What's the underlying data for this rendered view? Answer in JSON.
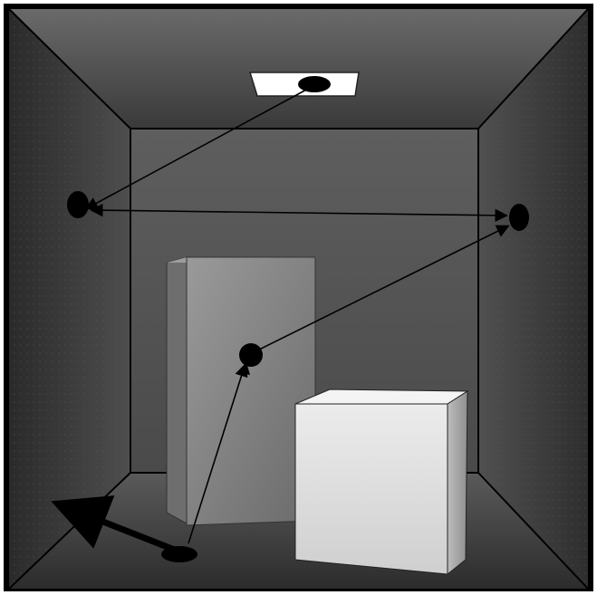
{
  "diagram": {
    "kind": "room-light-path",
    "colors": {
      "frame": "#000000",
      "ceiling_light": "#ffffff",
      "back_wall": "#595959",
      "side_wall": "#3e3e3e",
      "floor": "#4a4a4a",
      "ceiling": "#555555",
      "box_front": "#e6e6e6",
      "panel_front": "#8a8a8a",
      "path": "#000000"
    },
    "path_nodes": [
      {
        "name": "ceiling-light-source"
      },
      {
        "name": "left-wall-bounce"
      },
      {
        "name": "right-wall-bounce"
      },
      {
        "name": "panel-bounce"
      },
      {
        "name": "floor-bounce"
      }
    ]
  }
}
